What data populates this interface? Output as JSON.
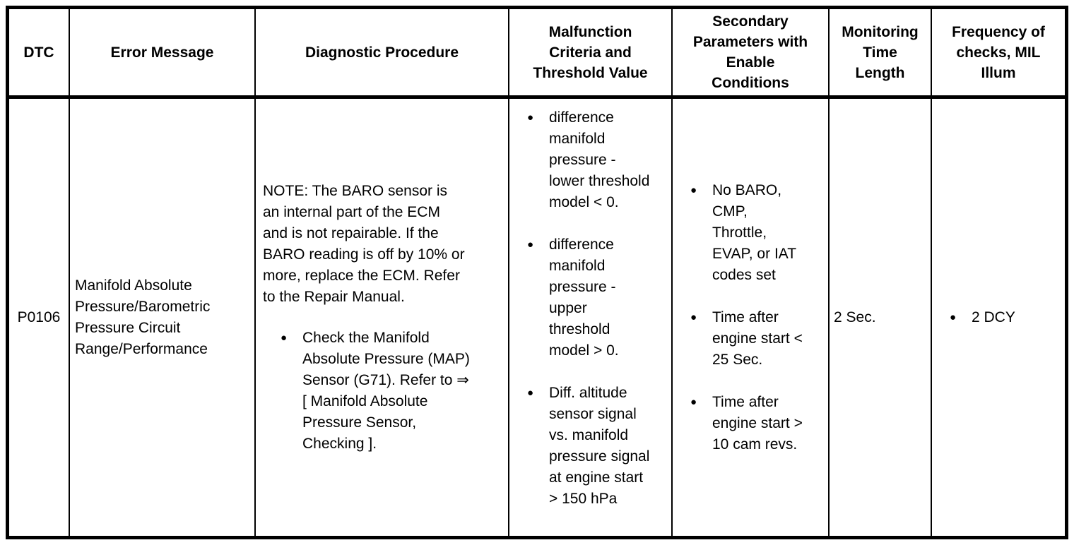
{
  "colors": {
    "background": "#ffffff",
    "border": "#000000",
    "text": "#000000"
  },
  "table": {
    "headers": [
      "DTC",
      "Error Message",
      "Diagnostic Procedure",
      "Malfunction\nCriteria and\nThreshold Value",
      "Secondary\nParameters with\nEnable\nConditions",
      "Monitoring\nTime\nLength",
      "Frequency of\nchecks, MIL\nIllum"
    ],
    "row": {
      "dtc": "P0106",
      "error_message": "Manifold Absolute\nPressure/Barometric\nPressure Circuit\nRange/Performance",
      "diagnostic_note": "NOTE: The BARO sensor is\nan internal part of the ECM\nand is not repairable. If the\nBARO reading is off by 10% or\nmore, replace the ECM. Refer\nto the Repair Manual.",
      "diagnostic_bullets": [
        "Check the Manifold\nAbsolute Pressure (MAP)\nSensor (G71). Refer to ⇒\n[ Manifold Absolute\nPressure Sensor,\nChecking ]."
      ],
      "malfunction_bullets": [
        "difference\nmanifold\npressure -\nlower threshold\nmodel < 0.",
        "difference\nmanifold\npressure -\nupper\nthreshold\nmodel > 0.",
        "Diff. altitude\nsensor signal\nvs. manifold\npressure signal\nat engine start\n> 150 hPa"
      ],
      "secondary_bullets": [
        "No BARO,\nCMP,\nThrottle,\nEVAP, or IAT\ncodes set",
        "Time after\nengine start <\n25 Sec.",
        "Time after\nengine start >\n10 cam revs."
      ],
      "monitoring_time": "2 Sec.",
      "frequency_bullets": [
        "2 DCY"
      ],
      "bullet_icon": "●"
    }
  }
}
